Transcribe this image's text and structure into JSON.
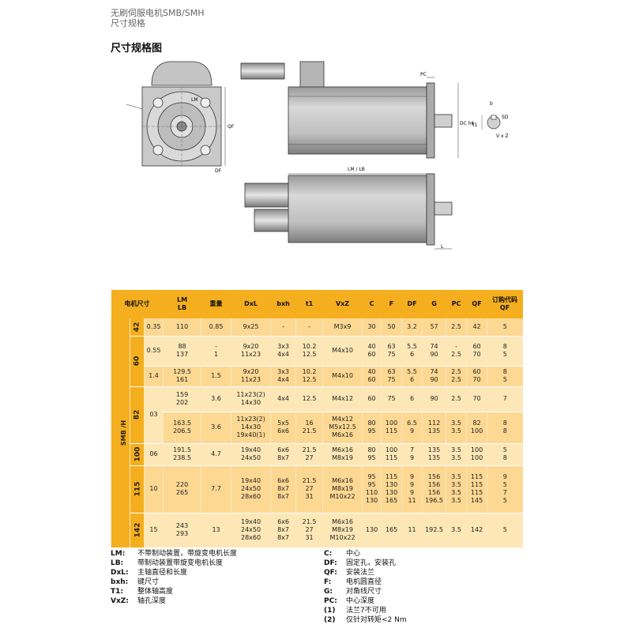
{
  "header": {
    "line1": "无刷伺服电机SMB/SMH",
    "line2": "尺寸规格"
  },
  "section_title": "尺寸规格图",
  "drawing_labels": {
    "lm": "LM",
    "qf": "QF",
    "df": "DF",
    "pc": "PC",
    "dc": "DC h6",
    "lm_lb": "LM / LB",
    "l": "L",
    "b": "b",
    "t1": "t1",
    "sd": "SD",
    "vxz": "V x Z"
  },
  "table": {
    "headers": [
      "电机尺寸",
      "",
      "LM\nLB",
      "重量",
      "DxL",
      "bxh",
      "t1",
      "VxZ",
      "C",
      "F",
      "DF",
      "G",
      "PC",
      "QF",
      "订购代码\nQF"
    ],
    "series": "SMB /H",
    "rows": [
      {
        "size": "42",
        "c1": "0.35",
        "lm": "110",
        "w": "0.85",
        "dxl": "9x25",
        "bxh": "-",
        "t1": "-",
        "vxz": "M3x9",
        "c": "30",
        "f": "50",
        "df": "3.2",
        "g": "57",
        "pc": "2.5",
        "qf": "42",
        "code": "5"
      },
      {
        "size": "60",
        "c1": "0.55",
        "lm": "88\n137",
        "w": "-\n1",
        "dxl": "9x20\n11x23",
        "bxh": "3x3\n4x4",
        "t1": "10.2\n12.5",
        "vxz": "M4x10",
        "c": "40\n60",
        "f": "63\n75",
        "df": "5.5\n6",
        "g": "74\n90",
        "pc": "-\n2.5",
        "qf": "60\n70",
        "code": "8\n5"
      },
      {
        "size": "",
        "c1": "1.4",
        "lm": "129.5\n161",
        "w": "1.5",
        "dxl": "9x20\n11x23",
        "bxh": "3x3\n4x4",
        "t1": "10.2\n12.5",
        "vxz": "M4x10",
        "c": "40\n60",
        "f": "63\n75",
        "df": "5.5\n6",
        "g": "74\n90",
        "pc": "2.5\n2.5",
        "qf": "60\n70",
        "code": "8\n5"
      },
      {
        "size": "82",
        "c1": "03",
        "lm": "159\n202",
        "w": "3.6",
        "dxl": "11x23(2)\n14x30",
        "bxh": "4x4",
        "t1": "12.5",
        "vxz": "M4x12",
        "c": "60",
        "f": "75",
        "df": "6",
        "g": "90",
        "pc": "2.5",
        "qf": "70",
        "code": "7"
      },
      {
        "size": "",
        "c1": "",
        "lm": "163.5\n206.5",
        "w": "3.6",
        "dxl": "11x23(2)\n14x30\n19x40(1)",
        "bxh": "5x5\n6x6",
        "t1": "16\n21.5",
        "vxz": "M4x12\nM5x12.5\nM6x16",
        "c": "80\n95",
        "f": "100\n115",
        "df": "6.5\n9",
        "g": "112\n135",
        "pc": "3.5\n3.5",
        "qf": "82\n100",
        "code": "8\n8"
      },
      {
        "size": "100",
        "c1": "06",
        "lm": "191.5\n238.5",
        "w": "4.7",
        "dxl": "19x40\n24x50",
        "bxh": "6x6\n8x7",
        "t1": "21.5\n27",
        "vxz": "M6x16\nM8x19",
        "c": "80\n95",
        "f": "100\n115",
        "df": "7\n9",
        "g": "135\n135",
        "pc": "3.5\n3.5",
        "qf": "100\n100",
        "code": "5\n8"
      },
      {
        "size": "115",
        "c1": "10",
        "lm": "220\n265",
        "w": "7.7",
        "dxl": "19x40\n24x50\n28x60",
        "bxh": "6x6\n8x7\n8x7",
        "t1": "21.5\n27\n31",
        "vxz": "M6x16\nM8x19\nM10x22",
        "c": "95\n95\n110\n130",
        "f": "115\n130\n130\n165",
        "df": "9\n9\n9\n11",
        "g": "156\n156\n156\n196.5",
        "pc": "3.5\n3.5\n3.5\n3.5",
        "qf": "115\n115\n115\n145",
        "code": "9\n5\n7\n5"
      },
      {
        "size": "142",
        "c1": "15",
        "lm": "243\n293",
        "w": "13",
        "dxl": "19x40\n24x50\n28x60",
        "bxh": "6x6\n8x7\n8x7",
        "t1": "21.5\n27\n31",
        "vxz": "M6x16\nM8x19\nM10x22",
        "c": "130",
        "f": "165",
        "df": "11",
        "g": "192.5",
        "pc": "3.5",
        "qf": "142",
        "code": "5"
      }
    ]
  },
  "legend_left": [
    {
      "k": "LM:",
      "v": "不带制动装置，带旋变电机长度"
    },
    {
      "k": "LB:",
      "v": "带制动装置带旋变电机长度"
    },
    {
      "k": "DxL:",
      "v": "主轴直径和长度"
    },
    {
      "k": "bxh:",
      "v": "键尺寸"
    },
    {
      "k": "T1:",
      "v": "整体轴高度"
    },
    {
      "k": "VxZ:",
      "v": "轴孔深度"
    }
  ],
  "legend_right": [
    {
      "k": "C:",
      "v": "中心"
    },
    {
      "k": "DF:",
      "v": "固定孔，安装孔"
    },
    {
      "k": "QF:",
      "v": "安装法兰"
    },
    {
      "k": "F:",
      "v": "电机圆直径"
    },
    {
      "k": "G:",
      "v": "对角线尺寸"
    },
    {
      "k": "PC:",
      "v": "中心深度"
    },
    {
      "k": "(1)",
      "v": "法兰7不可用"
    },
    {
      "k": "(2)",
      "v": "仅针对转矩<2 Nm"
    }
  ]
}
